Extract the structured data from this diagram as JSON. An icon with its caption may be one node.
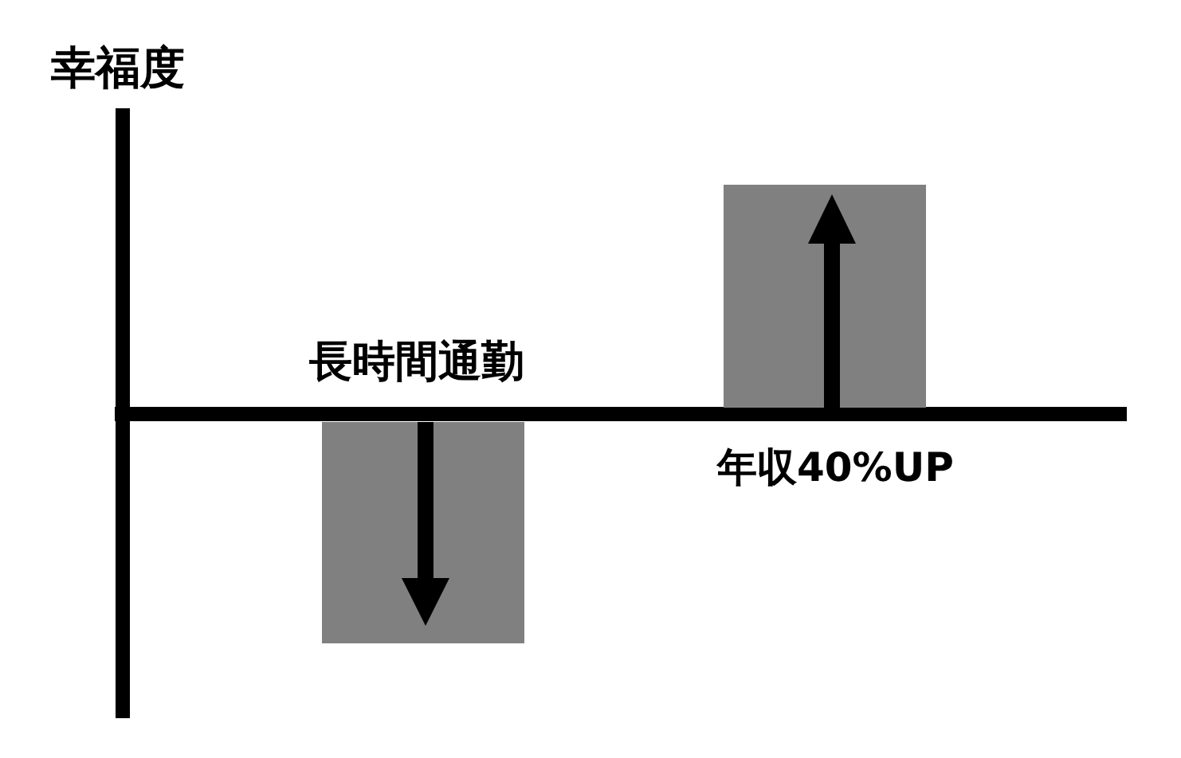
{
  "diagram": {
    "nodes": [
      {
        "text": [],
        "shape": "bar",
        "beside": [
          "長時間通勤"
        ]
      },
      {
        "text": [],
        "shape": "bar",
        "beside": [
          "年収40%UP"
        ]
      }
    ],
    "labels": [
      "幸福度"
    ]
  }
}
